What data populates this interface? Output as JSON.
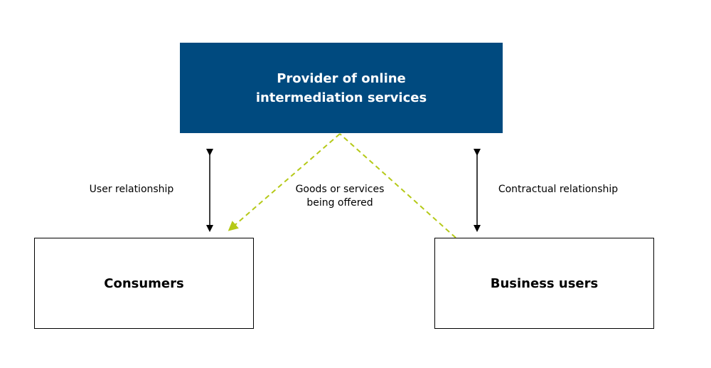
{
  "provider": {
    "line1": "Provider of online",
    "line2": "intermediation services"
  },
  "consumers": {
    "label": "Consumers"
  },
  "business_users": {
    "label": "Business users"
  },
  "user_relationship": {
    "label": "User relationship"
  },
  "contractual_relationship": {
    "label": "Contractual relationship"
  },
  "goods_services": {
    "line1": "Goods or services",
    "line2": "being offered"
  },
  "colors": {
    "provider_fill": "#004a7f",
    "flow_line": "#b5c918",
    "arrow": "#000000"
  }
}
